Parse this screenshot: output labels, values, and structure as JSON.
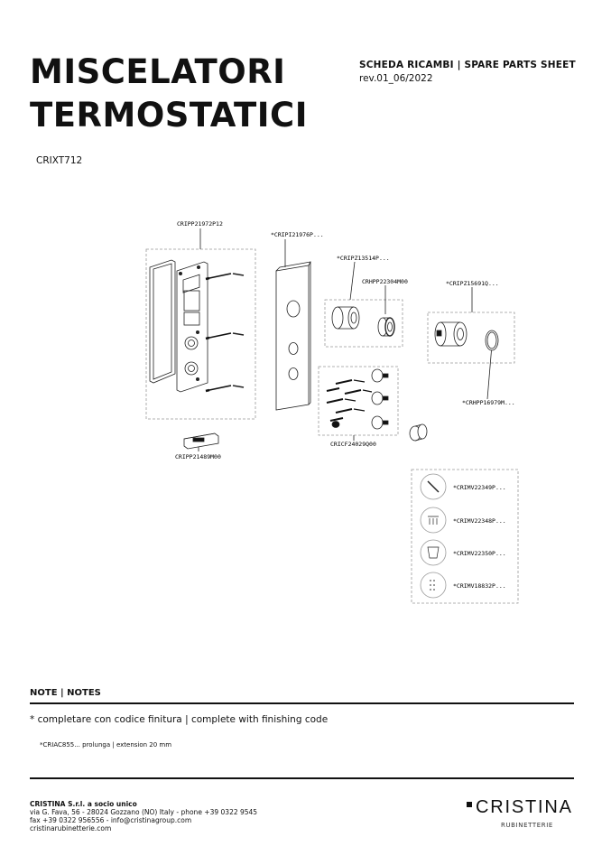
{
  "header": {
    "title_line1": "MISCELATORI",
    "title_line2": "TERMOSTATICI",
    "sheet_label": "SCHEDA RICAMBI | SPARE PARTS SHEET",
    "revision": "rev.01_06/2022",
    "model_code": "CRIXT712"
  },
  "diagram": {
    "callouts": {
      "frame": "CRIPP21972P12",
      "faceplate": "*CRIPI21976P...",
      "cartridge_cap": "*CRIPZ13514P...",
      "diverter": "CRHPP22304M00",
      "thermo_cap": "*CRIPZ15691Q...",
      "knob": "*CRHPP16979M...",
      "screws_kit": "CRICF24029Q00",
      "level": "CRIPP21489M00",
      "mv1": "*CRIMV22349P...",
      "mv2": "*CRIMV22348P...",
      "mv3": "*CRIMV22350P...",
      "mv4": "*CRIMV18832P..."
    }
  },
  "notes": {
    "title": "NOTE | NOTES",
    "line1": "* completare con codice finitura  | complete with finishing code",
    "line2": "*CRIAC855... prolunga | extension 20 mm"
  },
  "footer": {
    "company": "CRISTINA S.r.l. a socio unico",
    "address1": "via G. Fava, 56 - 28024 Gozzano (NO) Italy - phone +39 0322 9545",
    "address2": "fax +39 0322 956556 - info@cristinagroup.com",
    "address3": "cristinarubinetterie.com",
    "logo_word": "CRISTINA",
    "logo_sub": "RUBINETTERIE"
  }
}
